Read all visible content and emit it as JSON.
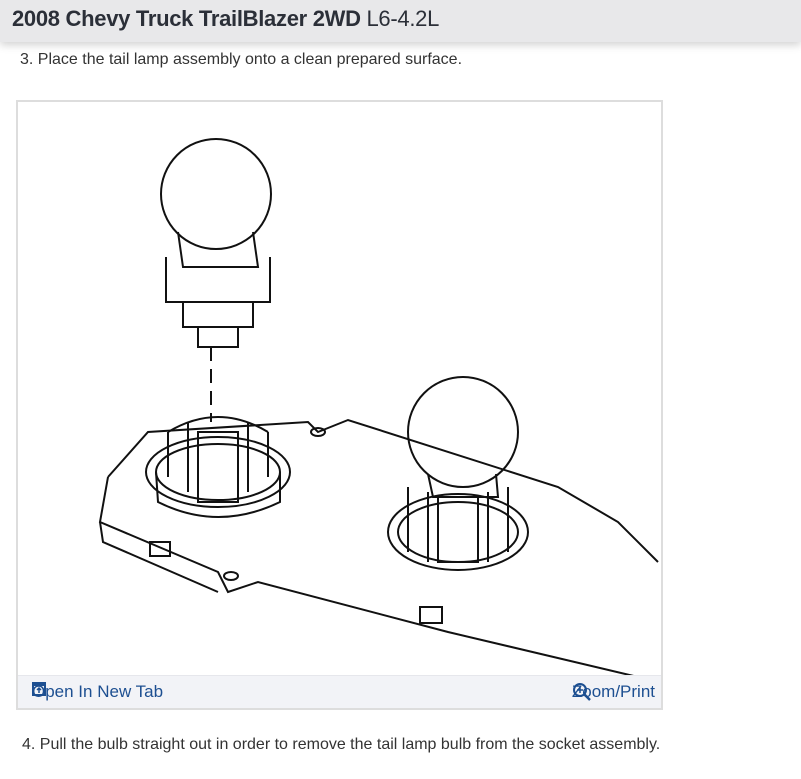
{
  "header": {
    "title_bold": "2008 Chevy Truck TrailBlazer 2WD",
    "title_engine": "L6-4.2L"
  },
  "steps": {
    "step3": "3. Place the tail lamp assembly onto a clean prepared surface.",
    "step4": "4. Pull the bulb straight out in order to remove the tail lamp bulb from the socket assembly."
  },
  "figure": {
    "open_label": "Open In New Tab",
    "open_icon": "open-in-new-tab-icon",
    "zoom_label": "Zoom/Print",
    "zoom_icon": "zoom-in-icon",
    "link_color": "#1d4f91"
  }
}
